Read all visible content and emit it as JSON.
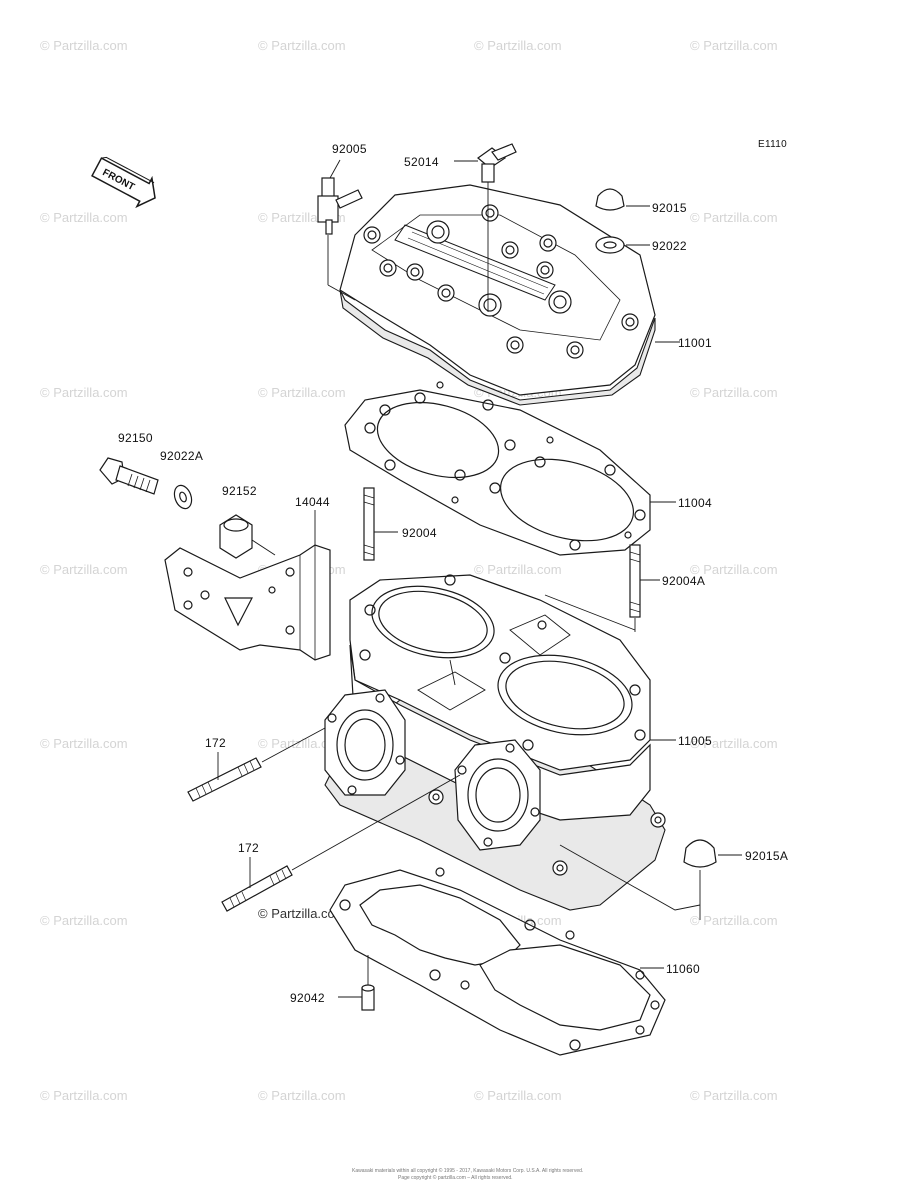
{
  "diagram_code": "E1110",
  "front_label": "FRONT",
  "watermark_text": "© Partzilla.com",
  "footer_lines": [
    "Kawasaki materials within all copyright © 1995 - 2017, Kawasaki Motors Corp. U.S.A. All rights reserved.",
    "Page copyright © partzilla.com – All rights reserved."
  ],
  "parts": {
    "p92005": "92005",
    "p52014": "52014",
    "p92015": "92015",
    "p92022": "92022",
    "p11001": "11001",
    "p11004": "11004",
    "p92150": "92150",
    "p92022A": "92022A",
    "p92152": "92152",
    "p14044": "14044",
    "p92004": "92004",
    "p92004A": "92004A",
    "p172a": "172",
    "p11005": "11005",
    "p172b": "172",
    "p92015A": "92015A",
    "p11060": "11060",
    "p92042": "92042"
  },
  "colors": {
    "ink": "#1a1a1a",
    "watermark": "#d4d4d4",
    "background": "#ffffff"
  }
}
